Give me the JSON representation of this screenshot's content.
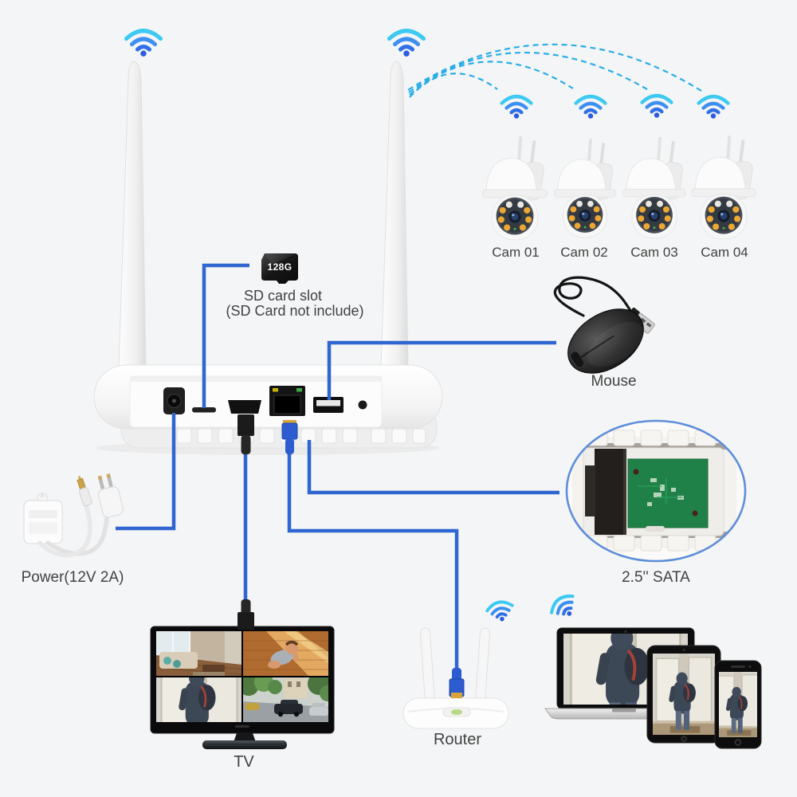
{
  "background": "#f4f5f6",
  "colors": {
    "connector_blue": "#2f66d0",
    "wifi_cyan": "#3cc9f2",
    "wifi_mid_blue": "#3d90f0",
    "wifi_deep_blue": "#2b5ce2",
    "arc_dash_cyan": "#2aaee8",
    "label_text": "#424242",
    "sata_ring_blue": "#5e8ed9",
    "camera_led_orange": "#eda733",
    "pcb_green": "#1f8148"
  },
  "nvr": {
    "description": "wireless NVR box with two antennas",
    "ports": [
      "dc-power-jack",
      "micro-sd-slot",
      "hdmi-port",
      "ethernet-port",
      "usb-port",
      "reset-hole"
    ]
  },
  "cameras": [
    {
      "label": "Cam 01"
    },
    {
      "label": "Cam 02"
    },
    {
      "label": "Cam 03"
    },
    {
      "label": "Cam 04"
    }
  ],
  "sd_card": {
    "capacity": "128G",
    "label": "SD card slot",
    "note": "(SD Card not include)"
  },
  "mouse": {
    "label": "Mouse"
  },
  "storage": {
    "label": "2.5'' SATA"
  },
  "power": {
    "label": "Power(12V 2A)"
  },
  "tv": {
    "label": "TV"
  },
  "router": {
    "label": "Router"
  },
  "client_devices": [
    "laptop",
    "tablet",
    "smartphone"
  ]
}
